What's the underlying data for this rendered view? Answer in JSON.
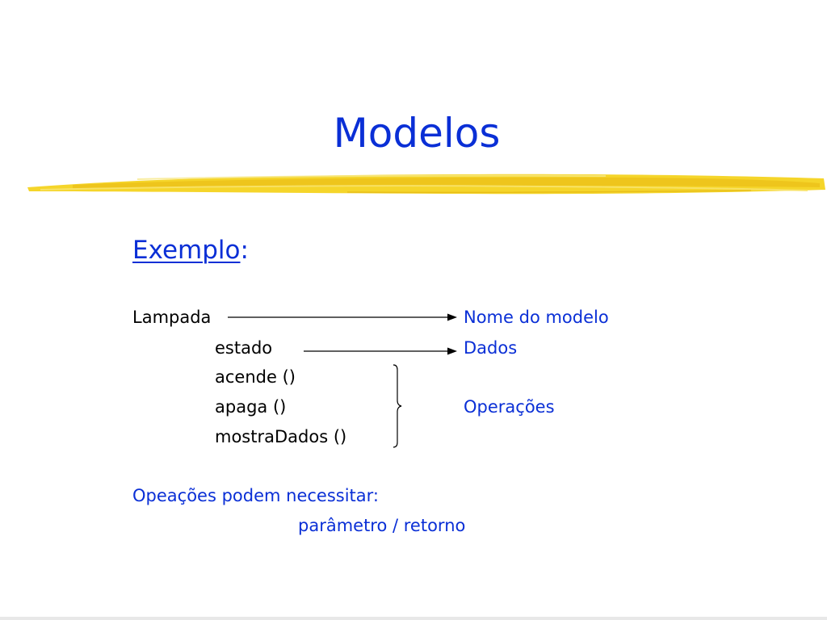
{
  "slide": {
    "title": "Modelos",
    "subheading": {
      "label": "Exemplo",
      "suffix": ":"
    },
    "model": {
      "class_name": "Lampada",
      "attribute": "estado",
      "operations": [
        "acende ()",
        "apaga ()",
        "mostraDados ()"
      ]
    },
    "annotations": {
      "name": "Nome do modelo",
      "data": "Dados",
      "operations": "Operações"
    },
    "note": {
      "line1": "Opeações podem necessitar:",
      "line2": "parâmetro / retorno"
    },
    "colors": {
      "title_blue": "#0a2fd6",
      "highlight_yellow": "#f5d52a",
      "text_black": "#000000"
    }
  }
}
